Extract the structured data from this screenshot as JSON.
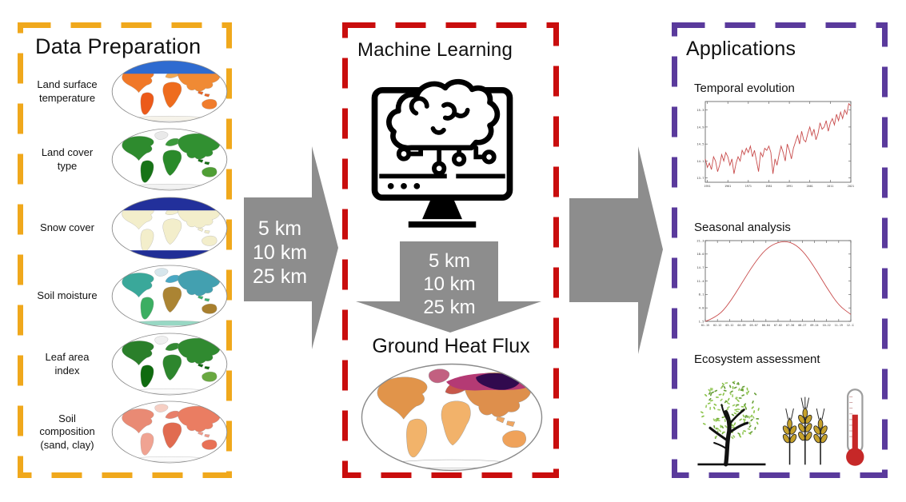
{
  "colors": {
    "panel_yellow": "#F0A81C",
    "panel_red": "#C90D0D",
    "panel_purple": "#5A3A9C",
    "arrow_gray": "#8D8D8D",
    "chart_line": "#C84B4B",
    "text": "#111111",
    "map_outline": "#8A8A8A"
  },
  "left_panel": {
    "title": "Data Preparation",
    "items": [
      {
        "label": "Land surface\ntemperature",
        "map": {
          "regions": {
            "gl": "#BCD8F0",
            "na": "#F07828",
            "sa": "#EC5A1A",
            "eu": "#F2A852",
            "af": "#EE6C1E",
            "as": "#F08A34",
            "sea": "#E86426",
            "au": "#F07C2C",
            "ant": "#F6F3EA"
          },
          "arctic": "#2E6BD0"
        }
      },
      {
        "label": "Land cover\ntype",
        "map": {
          "regions": {
            "gl": "#E9E9E9",
            "na": "#2E8B2E",
            "sa": "#177317",
            "eu": "#3C9A3C",
            "af": "#2A8A2A",
            "as": "#319031",
            "sea": "#156F15",
            "au": "#4F9E35",
            "ant": "#F2F2F2"
          }
        }
      },
      {
        "label": "Snow cover",
        "map": {
          "regions": {
            "gl": "#22309B",
            "na": "#F3EECB",
            "sa": "#F3EECB",
            "eu": "#F3EECB",
            "af": "#F3EECB",
            "as": "#F3EECB",
            "sea": "#F3EECB",
            "au": "#F3EECB",
            "ant": "#F3EECB"
          },
          "arctic": "#22309B",
          "antarctic": "#202E96"
        }
      },
      {
        "label": "Soil moisture",
        "map": {
          "regions": {
            "gl": "#D7E6EC",
            "na": "#3AA89A",
            "sa": "#3CAE62",
            "eu": "#49A8C4",
            "af": "#AB8433",
            "as": "#43A0B0",
            "sea": "#38B070",
            "au": "#A87F2E",
            "ant": "#98D8C4"
          }
        }
      },
      {
        "label": "Leaf area\nindex",
        "map": {
          "regions": {
            "gl": "#EFEFEF",
            "na": "#2A7F2A",
            "sa": "#0F6B0F",
            "eu": "#338A33",
            "af": "#2D862D",
            "as": "#308A30",
            "sea": "#0C660C",
            "au": "#69A840",
            "ant": "#FBFBFB"
          }
        }
      },
      {
        "label": "Soil\ncomposition\n(sand, clay)",
        "map": {
          "regions": {
            "gl": "#F6CFC4",
            "na": "#E98A74",
            "sa": "#F0A392",
            "eu": "#E87F6A",
            "af": "#E16B50",
            "as": "#EA7D62",
            "sea": "#F09A8A",
            "au": "#E87156",
            "ant": "#FBFBFB"
          }
        }
      }
    ]
  },
  "arrows": {
    "left_to_middle": {
      "lines": [
        "5 km",
        "10 km",
        "25 km"
      ]
    },
    "middle_down": {
      "lines": [
        "5 km",
        "10 km",
        "25 km"
      ]
    },
    "middle_to_right": {
      "lines": []
    }
  },
  "middle_panel": {
    "title": "Machine Learning",
    "icon": "machine-learning-computer-brain-icon",
    "output": {
      "title": "Ground Heat Flux",
      "map": {
        "regions": {
          "gl": "#C26080",
          "na": "#E1944A",
          "sa": "#F2B36A",
          "eu": "#C7574A",
          "af": "#F2B26A",
          "as": "#DE8F4C",
          "sea": "#EFA661",
          "au": "#EFA25A",
          "ant": "#FDFDFD"
        },
        "overlays": [
          {
            "shape": "nband",
            "color": "#B43A74"
          },
          {
            "shape": "siberia",
            "color": "#310A4E"
          }
        ]
      }
    }
  },
  "right_panel": {
    "title": "Applications",
    "sections": [
      {
        "label": "Temporal evolution",
        "chart": 0
      },
      {
        "label": "Seasonal analysis",
        "chart": 1
      },
      {
        "label": "Ecosystem assessment",
        "icons": [
          {
            "name": "tree-icon",
            "foliage_colors": [
              "#8BC34A",
              "#689F38",
              "#9CCC65"
            ],
            "trunk_color": "#111111"
          },
          {
            "name": "wheat-icon",
            "grain_color": "#C6A12B",
            "stem_color": "#1A1A1A"
          },
          {
            "name": "thermometer-icon",
            "mercury_color": "#C62828",
            "outline_color": "#9E9E9E"
          }
        ]
      }
    ]
  },
  "chart_data": [
    {
      "type": "line",
      "title": "Temporal evolution",
      "x_start": 1950,
      "x_step": 1,
      "values": [
        14.15,
        13.95,
        14.05,
        13.9,
        14.2,
        14.1,
        13.85,
        14.0,
        14.25,
        14.1,
        14.3,
        14.2,
        14.0,
        14.15,
        13.8,
        14.05,
        14.2,
        14.1,
        14.35,
        14.25,
        14.4,
        14.3,
        14.45,
        14.2,
        14.35,
        14.1,
        13.85,
        14.3,
        14.2,
        14.4,
        14.35,
        14.45,
        14.3,
        13.8,
        14.15,
        14.0,
        14.25,
        14.45,
        14.3,
        14.1,
        14.5,
        14.35,
        14.15,
        14.4,
        14.55,
        14.7,
        14.5,
        14.8,
        14.6,
        14.55,
        14.75,
        14.9,
        14.7,
        14.85,
        14.6,
        14.75,
        15.0,
        14.85,
        14.9,
        15.05,
        14.8,
        15.0,
        15.1,
        14.95,
        15.2,
        15.05,
        15.25,
        15.1,
        15.3,
        15.2,
        15.45,
        15.4
      ],
      "xticks": [
        1951,
        1961,
        1971,
        1981,
        1991,
        2001,
        2011,
        2021
      ],
      "yticks": [
        13.7,
        14.1,
        14.5,
        14.9,
        15.3
      ],
      "ylim": [
        13.6,
        15.5
      ],
      "smooth": false,
      "legend": "none",
      "grid": false
    },
    {
      "type": "line",
      "title": "Seasonal analysis",
      "categories": [
        "01-15",
        "02-12",
        "03-12",
        "04-09",
        "05-07",
        "06-04",
        "07-02",
        "07-30",
        "08-27",
        "09-24",
        "10-22",
        "11-19",
        "12-17"
      ],
      "values": [
        1.5,
        2.6,
        6.0,
        10.8,
        15.6,
        19.3,
        21.0,
        21.1,
        19.0,
        14.8,
        9.8,
        5.4,
        3.2
      ],
      "yticks": [
        1.5,
        4.8,
        8.1,
        11.4,
        14.7,
        18.0,
        21.3
      ],
      "ylim": [
        1.5,
        21.3
      ],
      "smooth": true,
      "legend": "none",
      "grid": false
    }
  ]
}
